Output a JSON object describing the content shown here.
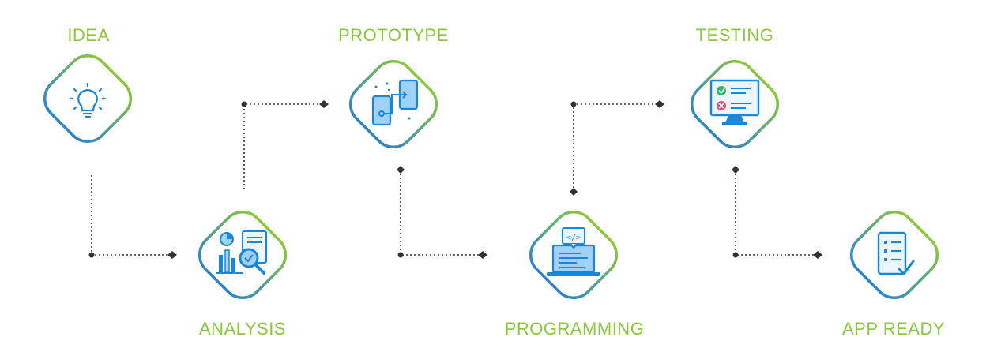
{
  "steps": [
    {
      "label": "IDEA",
      "icon": "lightbulb-icon"
    },
    {
      "label": "ANALYSIS",
      "icon": "analysis-report-icon"
    },
    {
      "label": "PROTOTYPE",
      "icon": "mobile-prototype-icon"
    },
    {
      "label": "PROGRAMMING",
      "icon": "laptop-code-icon"
    },
    {
      "label": "TESTING",
      "icon": "monitor-test-icon"
    },
    {
      "label": "APP READY",
      "icon": "checklist-icon"
    }
  ],
  "colors": {
    "label_green": "#8cc63f",
    "gradient_top": "#8cc63f",
    "gradient_bottom": "#2f84c6",
    "icon_blue": "#1a87d6",
    "icon_light": "#9fd0f5",
    "check_green": "#2fb36b",
    "cross_red": "#e64b6a",
    "connector": "#333333"
  }
}
